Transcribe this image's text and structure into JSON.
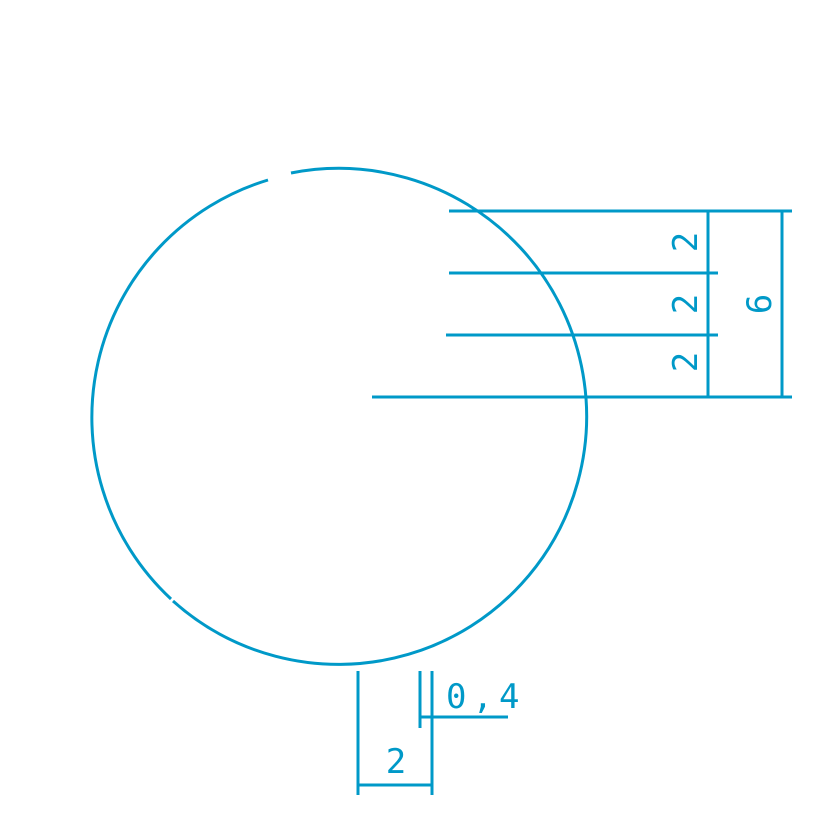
{
  "drawing": {
    "accent_color": "#0099c8",
    "dimensions": {
      "right_segment_1": "2",
      "right_segment_2": "2",
      "right_segment_3": "2",
      "right_total": "6",
      "bottom_width": "2",
      "bottom_gap": "0,4"
    }
  }
}
